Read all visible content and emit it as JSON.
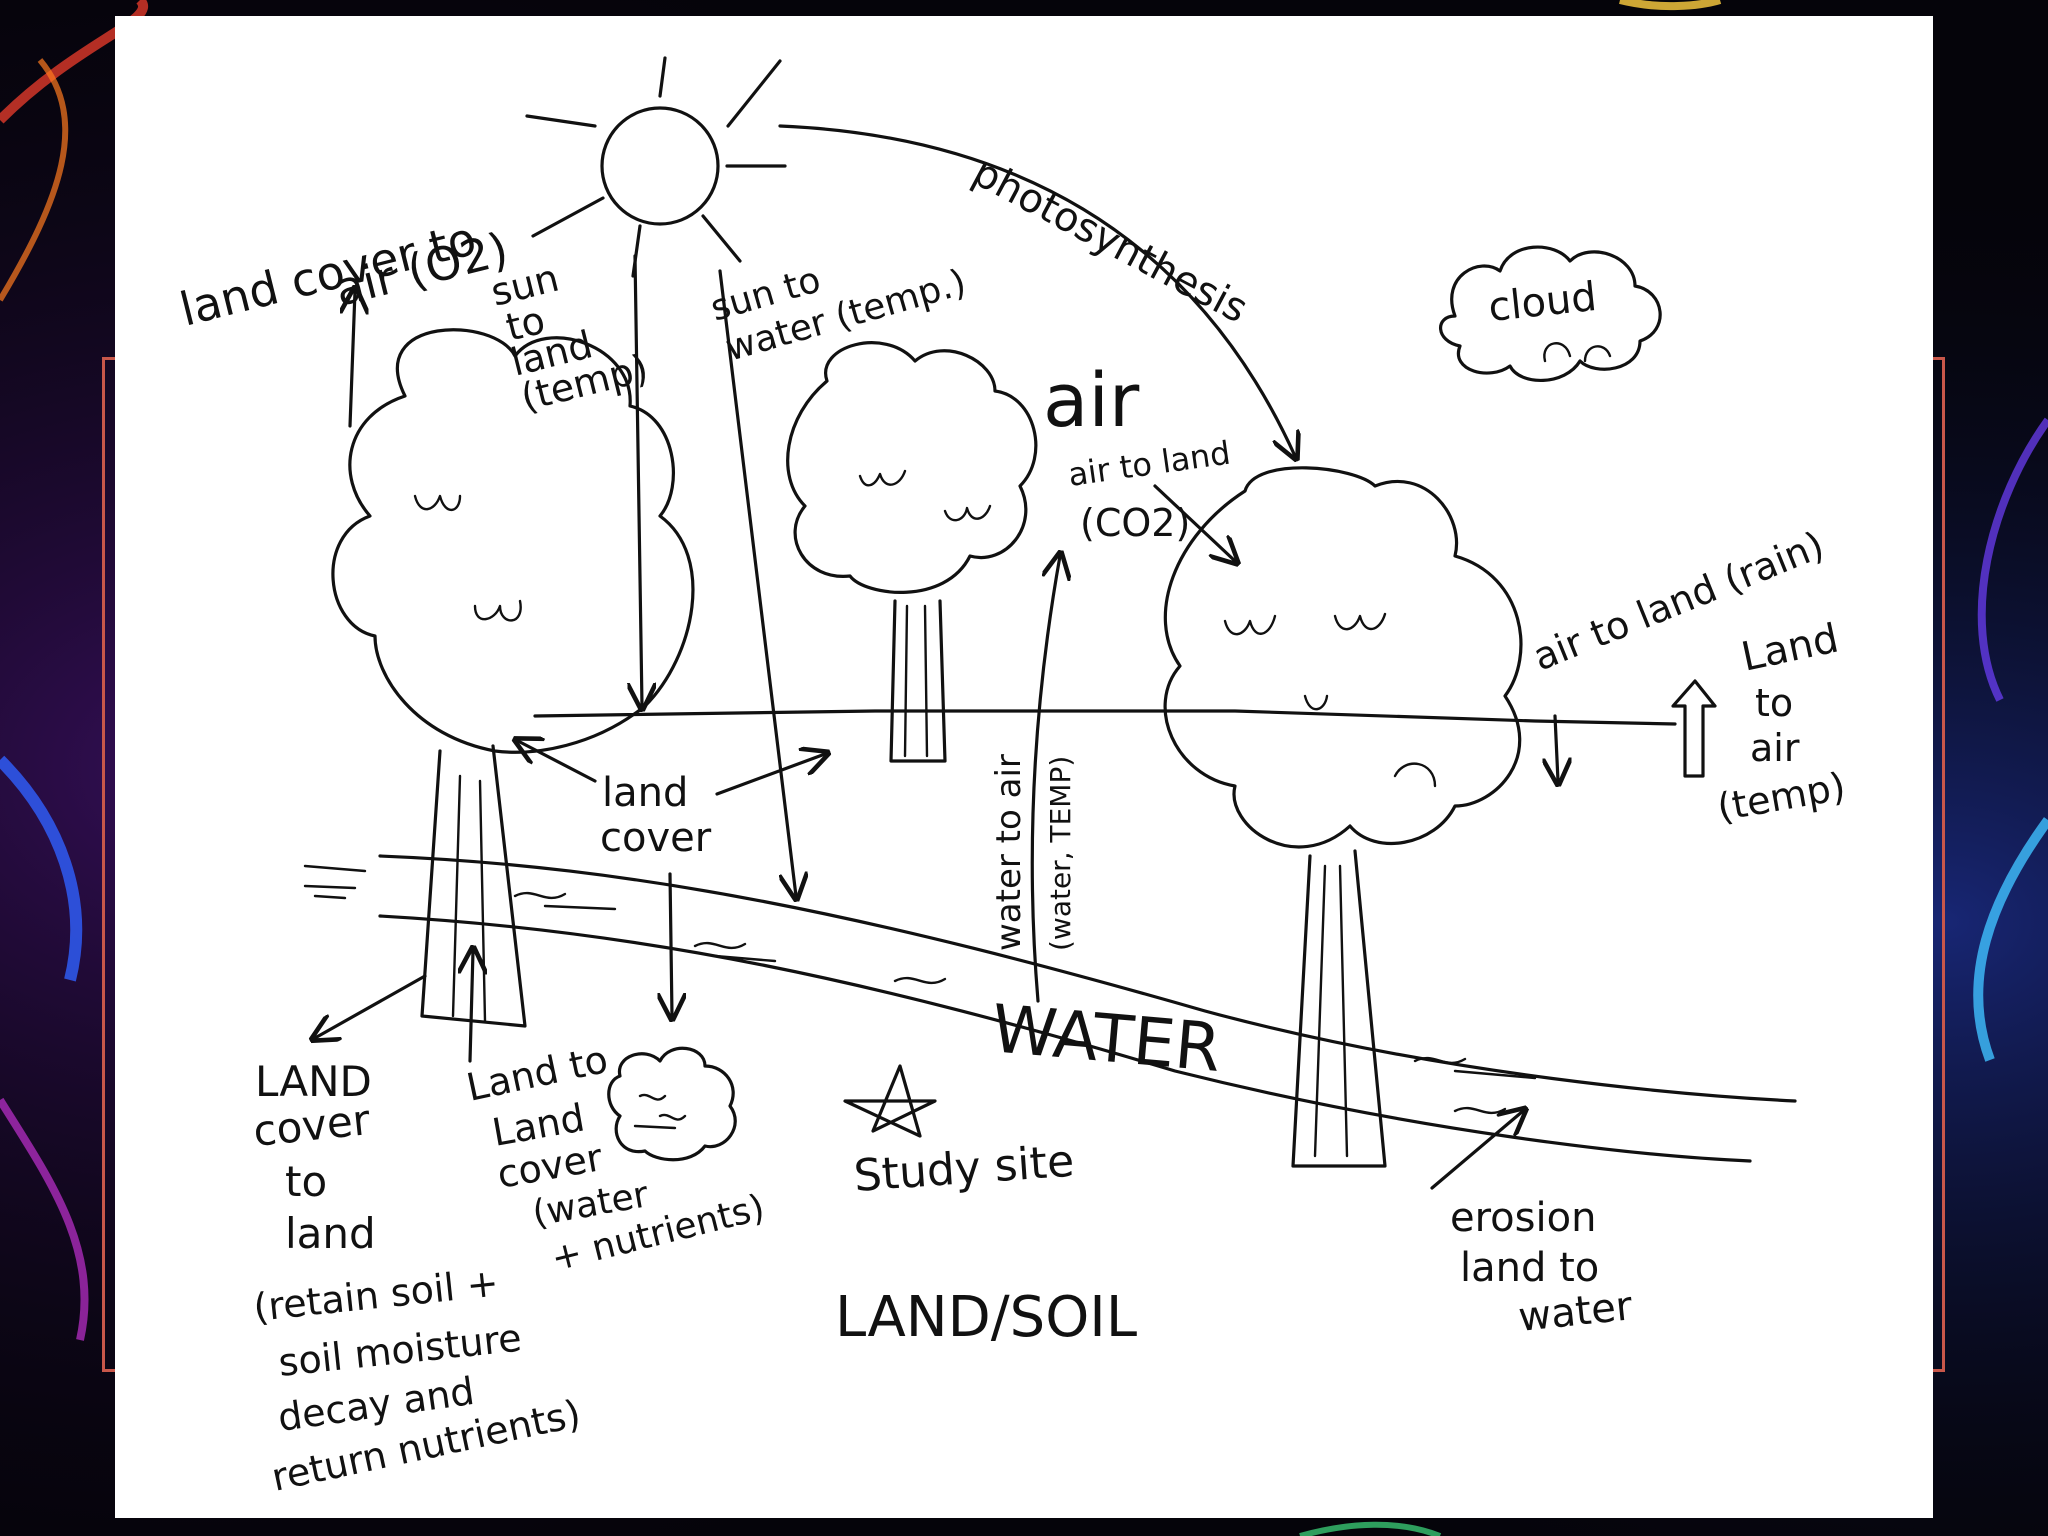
{
  "colors": {
    "background": "#05040a",
    "card": "#ffffff",
    "ink": "#111111",
    "accent_frame": "#c8574a"
  },
  "labels": {
    "land_cover_to_air_1": "land cover to",
    "land_cover_to_air_2": "air (O2)",
    "sun_to_land_1": "sun",
    "sun_to_land_2": "to",
    "sun_to_land_3": "land",
    "sun_to_land_4": "(temp)",
    "sun_to_water_1": "sun to",
    "sun_to_water_2": "water (temp.)",
    "photosynthesis": "photosynthesis",
    "cloud": "cloud",
    "air": "air",
    "air_to_land_co2_1": "air to land",
    "air_to_land_co2_2": "(CO2)",
    "air_to_land_rain": "air to land (rain)",
    "land_to_air_temp_1": "Land",
    "land_to_air_temp_2": "to",
    "land_to_air_temp_3": "air",
    "land_to_air_temp_4": "(temp)",
    "water_to_air_1": "water to air",
    "water_to_air_2": "(water, TEMP)",
    "land_cover_1": "land",
    "land_cover_2": "cover",
    "water": "WATER",
    "land_cover_to_land_1": "LAND",
    "land_cover_to_land_2": "cover",
    "land_cover_to_land_3": "to",
    "land_cover_to_land_4": "land",
    "land_cover_to_land_5": "(retain soil +",
    "land_cover_to_land_6": "soil moisture",
    "land_cover_to_land_7": "decay and",
    "land_cover_to_land_8": "return nutrients)",
    "land_to_land_cover_1": "Land to",
    "land_to_land_cover_2": "Land",
    "land_to_land_cover_3": "cover",
    "land_to_land_cover_4": "(water",
    "land_to_land_cover_5": "+ nutrients)",
    "study_site": "Study site",
    "erosion_1": "erosion",
    "erosion_2": "land to",
    "erosion_3": "water",
    "land_soil": "LAND/SOIL"
  }
}
